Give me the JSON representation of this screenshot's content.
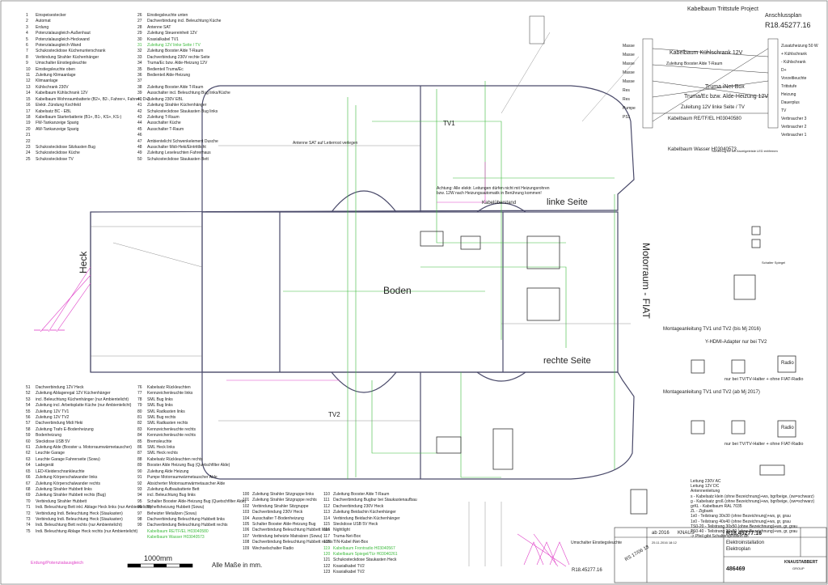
{
  "legend_top_left": [
    {
      "n": "1",
      "t": "Einspeisestecker"
    },
    {
      "n": "2",
      "t": "Automat"
    },
    {
      "n": "3",
      "t": "Erdung"
    },
    {
      "n": "4",
      "t": "Potenzialausgleich-Außenhaut"
    },
    {
      "n": "5",
      "t": "Potenzialausgleich-Heckwand"
    },
    {
      "n": "6",
      "t": "Potenzialausgleich-Wand"
    },
    {
      "n": "7",
      "t": "Schukosteckdose Küchenunterschrank"
    },
    {
      "n": "8",
      "t": "Verbindung Strahler Küchenhänger"
    },
    {
      "n": "9",
      "t": "Umschalter Einstiegsleuchte"
    },
    {
      "n": "10",
      "t": "Einstiegsleuchte oben"
    },
    {
      "n": "11",
      "t": "Zuleitung Klimaanlage"
    },
    {
      "n": "12",
      "t": "Klimaanlage"
    },
    {
      "n": "13",
      "t": "Kühlschrank 230V"
    },
    {
      "n": "14",
      "t": "Kabelbaum Kühlschrank 12V"
    },
    {
      "n": "15",
      "t": "Kabelbaum Wohnraumbatterie (B2+, B2-, Fahrer+, Fahrer-, D+)"
    },
    {
      "n": "16",
      "t": "Elektr. Zündung Kochfeld"
    },
    {
      "n": "17",
      "t": "Kabelsatz BC - EBL"
    },
    {
      "n": "18",
      "t": "Kabelbaum Starterbatterie (B1+, B1-, KS+, KS-)"
    },
    {
      "n": "19",
      "t": "FW-Tankanzeige Sparig"
    },
    {
      "n": "20",
      "t": "AW-Tankanzeige Sparig"
    },
    {
      "n": "21",
      "t": ""
    },
    {
      "n": "22",
      "t": ""
    },
    {
      "n": "23",
      "t": "Schukosteckdose Sitzkasten Bug"
    },
    {
      "n": "24",
      "t": "Schukosteckdose Küche"
    },
    {
      "n": "25",
      "t": "Schukosteckdose TV"
    }
  ],
  "legend_top_mid": [
    {
      "n": "26",
      "t": "Einstiegsleuchte unten"
    },
    {
      "n": "27",
      "t": "Dachverbindung incl. Beleuchtung Küche"
    },
    {
      "n": "28",
      "t": "Antenne SAT"
    },
    {
      "n": "29",
      "t": "Zuleitung Steuereinheit 12V"
    },
    {
      "n": "30",
      "t": "Koaxialkabel TV1"
    },
    {
      "n": "31",
      "t": "Zuleitung 12V linke Seite / TV",
      "c": "g"
    },
    {
      "n": "32",
      "t": "Zuleitung Booster Alde T-Raum"
    },
    {
      "n": "33",
      "t": "Dachverbindung 230V rechte Seite"
    },
    {
      "n": "34",
      "t": "Truma/Ec bzw. Alde-Heizung 12V"
    },
    {
      "n": "35",
      "t": "Bedienteil Truma/Ec"
    },
    {
      "n": "36",
      "t": "Bedienteil Alde-Heizung"
    },
    {
      "n": "37",
      "t": ""
    },
    {
      "n": "38",
      "t": "Zuleitung Booster Alde T-Raum"
    },
    {
      "n": "39",
      "t": "Ausschalter incl. Beleuchtung Bug links/Küche"
    },
    {
      "n": "40",
      "t": "Zuleitung 230V EBL"
    },
    {
      "n": "41",
      "t": "Zuleitung Strahler Küchenhänger"
    },
    {
      "n": "42",
      "t": "Schukosteckdose Staukasten Bug links"
    },
    {
      "n": "43",
      "t": "Zuleitung T-Raum"
    },
    {
      "n": "44",
      "t": "Ausschalter Küche"
    },
    {
      "n": "45",
      "t": "Ausschalter T-Raum"
    },
    {
      "n": "46",
      "t": ""
    },
    {
      "n": "47",
      "t": "Ambientelicht Schwenkelement Dusche"
    },
    {
      "n": "48",
      "t": "Ausschalter Midi-Heki/Eintrittlicht"
    },
    {
      "n": "49",
      "t": "Zuleitung Leseleuchten Fahrerhaus"
    },
    {
      "n": "50",
      "t": "Schukosteckdose Staukasten Bett"
    }
  ],
  "legend_bottom_left": [
    {
      "n": "51",
      "t": "Dachverbindung 12V Heck"
    },
    {
      "n": "52",
      "t": "Zuleitung Ablageregal 12V Küchenhänger"
    },
    {
      "n": "53",
      "t": "incl. Beleuchtung Küchenhänger (nur Ambientelicht)"
    },
    {
      "n": "54",
      "t": "Zuleitung incl. Arbeitsplatte Küche (nur Ambientelicht)"
    },
    {
      "n": "55",
      "t": "Zuleitung 12V TV1"
    },
    {
      "n": "56",
      "t": "Zuleitung 12V TV2"
    },
    {
      "n": "57",
      "t": "Dachverbindung Midi Heki"
    },
    {
      "n": "58",
      "t": "Zuleitung Trafo E-Bodenheizung"
    },
    {
      "n": "59",
      "t": "Bodenheizung"
    },
    {
      "n": "60",
      "t": "Steckdose USB 5V"
    },
    {
      "n": "61",
      "t": "Zuleitung Alde (Booster u. Motorraumwärmetauscher)"
    },
    {
      "n": "62",
      "t": "Leuchte Garage"
    },
    {
      "n": "63",
      "t": "Leuchte Garage Fahrerseite (Sowu)"
    },
    {
      "n": "64",
      "t": "Ladegerät"
    },
    {
      "n": "65",
      "t": "LED-Kleiderschrankleuchte"
    },
    {
      "n": "66",
      "t": "Zuleitung Körperschalwander links"
    },
    {
      "n": "67",
      "t": "Zuleitung Körperschalwander rechts"
    },
    {
      "n": "68",
      "t": "Zuleitung Strahler Hubbett links"
    },
    {
      "n": "69",
      "t": "Zuleitung Strahler Hubbett rechts (Bug)"
    },
    {
      "n": "70",
      "t": "Verbindung Strahler Hubbett"
    },
    {
      "n": "71",
      "t": "Indi. Beleuchtung Bett inkl. Ablage Heck links (nur Ambientelicht)"
    },
    {
      "n": "72",
      "t": "Verbindung Indi. Beleuchtung Heck (Staukasten)"
    },
    {
      "n": "73",
      "t": "Verbindung Indi. Beleuchtung Heck (Staukasten)"
    },
    {
      "n": "74",
      "t": "Indi. Beleuchtung Bett rechts (nur Ambientelicht)"
    },
    {
      "n": "75",
      "t": "Indi. Beleuchtung Ablage Heck rechts (nur Ambientelicht)"
    }
  ],
  "legend_bottom_mid": [
    {
      "n": "76",
      "t": "Kabelsatz Rückleuchten"
    },
    {
      "n": "77",
      "t": "Kennzeichenleuchte links"
    },
    {
      "n": "78",
      "t": "SML Bug links"
    },
    {
      "n": "79",
      "t": "SML Bug links"
    },
    {
      "n": "80",
      "t": "SML Radkasten links"
    },
    {
      "n": "81",
      "t": "SML Bug rechts"
    },
    {
      "n": "82",
      "t": "SML Radkasten rechts"
    },
    {
      "n": "83",
      "t": "Kennzeichenleuchte rechts"
    },
    {
      "n": "84",
      "t": "Kennzeichenleuchte rechts"
    },
    {
      "n": "85",
      "t": "Bremsleuchte"
    },
    {
      "n": "86",
      "t": "SML Heck links"
    },
    {
      "n": "87",
      "t": "SML Heck rechts"
    },
    {
      "n": "88",
      "t": "Kabelsatz Rückleuchten rechts"
    },
    {
      "n": "89",
      "t": "Booster Alde Heizung Bug (Quetschfilter Alde)"
    },
    {
      "n": "90",
      "t": "Zuleitung Alde Heizung"
    },
    {
      "n": "91",
      "t": "Pumpe Motorraumwärmetauscher Alde"
    },
    {
      "n": "92",
      "t": "Absicherter Motorraumwärmetauscher Alde"
    },
    {
      "n": "93",
      "t": "Zuleitung Aufbaubatterie Bett"
    },
    {
      "n": "94",
      "t": "incl. Beleuchtung Bug links"
    },
    {
      "n": "95",
      "t": "Schalter Booster Alde-Heizung Bug (Quetschfilter Alde)"
    },
    {
      "n": "96",
      "t": "Behelfsheizung Hubbett (Sowu)"
    },
    {
      "n": "97",
      "t": "Beheizter Metallzen (Sowu)"
    },
    {
      "n": "98",
      "t": "Dachverbindung Beleuchtung Hubbett links"
    },
    {
      "n": "99",
      "t": "Dachverbindung Beleuchtung Hubbett rechts"
    },
    {
      "n": "",
      "t": "Kabelbaum RE/TF/EL H03040580",
      "c": "g"
    },
    {
      "n": "",
      "t": "Kabelbaum Wasser H03040573",
      "c": "g"
    }
  ],
  "legend_bottom_right1": [
    {
      "n": "100",
      "t": "Zuleitung Strahler Sitzgruppe links"
    },
    {
      "n": "101",
      "t": "Zuleitung Strahler Sitzgruppe rechts"
    },
    {
      "n": "102",
      "t": "Verbindung Strahler Sitzgruppe"
    },
    {
      "n": "103",
      "t": "Dachverbindung 230V Heck"
    },
    {
      "n": "104",
      "t": "Ausschalter T-Bodenheizung"
    },
    {
      "n": "105",
      "t": "Schalter Booster Alde-Heizung Bug"
    },
    {
      "n": "106",
      "t": "Dachverbindung Beleuchtung Hubbett links"
    },
    {
      "n": "107",
      "t": "Verbindung beheizte Matratzen (Sowu)"
    },
    {
      "n": "108",
      "t": "Dachverbindung Beleuchtung Hubbett rechts"
    },
    {
      "n": "109",
      "t": "Wechselschalter Radio"
    }
  ],
  "legend_bottom_right2": [
    {
      "n": "110",
      "t": "Zuleitung Booster Alde T-Raum"
    },
    {
      "n": "111",
      "t": "Dachverbindung Bugbur bei Staukastenaufbau"
    },
    {
      "n": "112",
      "t": "Dachverbindung 230V Heck"
    },
    {
      "n": "113",
      "t": "Zuleitung Beidachin Küchenhänger"
    },
    {
      "n": "114",
      "t": "Verbindung Beidachin Küchenhänger"
    },
    {
      "n": "115",
      "t": "Steckdose USB 5V Heck"
    },
    {
      "n": "116",
      "t": "Nightlight"
    },
    {
      "n": "117",
      "t": "Truma-Net-Box"
    },
    {
      "n": "118",
      "t": "TIN-Kabel iNet-Box"
    },
    {
      "n": "119",
      "t": "Kabelbaum Frontradio H03040567",
      "c": "g"
    },
    {
      "n": "120",
      "t": "Kabelbaum Spiegel/Tür H03040261",
      "c": "g"
    },
    {
      "n": "121",
      "t": "Schukosteckdose Staukasten Heck"
    },
    {
      "n": "122",
      "t": "Koaxialkabel TV2"
    },
    {
      "n": "123",
      "t": "Koaxialkabel TV2"
    }
  ],
  "area_labels": {
    "heck": "Heck",
    "boden": "Boden",
    "linke_seite": "linke Seite",
    "rechte_seite": "rechte Seite",
    "motorraum": "Motorraum - FIAT",
    "tv1": "TV1",
    "tv2": "TV2",
    "antenne": "Antenne SAT auf Leiterrost verlegen",
    "achtung": "Achtung: Alle elektr. Leitungen dürfen nicht mit Heizungsrohren bzw. 12W nach Heizungsautomatik in Berührung kommen!",
    "kabelbaum_schrank": "Kabelüberstand"
  },
  "right_panel": {
    "project": "Kabelbaum Trittstufe Project",
    "anschlussplan": "Anschlussplan",
    "plan_no": "R18.45277.16",
    "kuehlschrank": "Kabelbaum Kühlschrank 12V",
    "booster": "Zuleitung Booster Alde T-Raum",
    "inet": "Truma iNet-Box",
    "heizung": "Truma/Ec bzw. Alde-Heizung 12V",
    "zuleitung": "Zuleitung 12V linke Seite / TV",
    "re_tf_el": "Kabelbaum RE/TF/EL H03040580",
    "wasser": "Kabelbaum Wasser H03040573",
    "masse": [
      "Masse",
      "Masse",
      "Masse",
      "Masse",
      "Masse",
      "Res",
      "Res",
      "Pumpe",
      "PS1"
    ],
    "right_labels": [
      "Zusatzheizung 50 W",
      "+ Kühlschrank",
      "- Kühlschrank",
      "D+",
      "Vorzeltleuchte",
      "Trittstufe",
      "Heizung",
      "Dauerplus",
      "TV",
      "Verbraucher 3",
      "Verbraucher 2",
      "Verbraucher 1"
    ],
    "montage1": "Montageanleitung TV1 und TV2 (bis Mj 2016)",
    "montage2": "Montageanleitung TV1 und TV2 (ab Mj 2017)",
    "hdmi": "Y-HDMI-Adapter nur bei TV2",
    "nur_tv": "nur bei TV/TV-Halter + ohne FIAT-Radio",
    "radio": "Radio",
    "led": "Sicherung für bei Anzeigeleiste LED entfernen",
    "schalter": "Schalter Spiegel"
  },
  "notes": {
    "leitung": [
      "Leitung 230V AC",
      "Leitung 12V DC",
      "Antennenleitung",
      "s - Kabelsatz klein (ohne Bezeichnung)+ws, bgr/beige, (sw=schwarz)",
      "g - Kabelsatz groß (ohne Bezeichnung)+ws, bgr/beige, (sw=schwarz)",
      "grKL - Kabelbaum RAL 7035",
      "ZL - Zigbank",
      "1x0 - Teilstrang 30x30 (ohne Bezeichnung)+ws, gr, grau",
      "1x0 - Teilstrang 40x40 (ohne Bezeichnung)+ws, gr, grau",
      "TS0-20 - Teilstrang 30x50 (ohne Bezeichnung)+ws, gr, grau",
      "TS0-40 - Teilstrang 30x80 (ohne Bezeichnung)+ws, gr, grau",
      "-> Pfeil gibt Schaltersposition an"
    ]
  },
  "title_block": {
    "date": "ab 2016",
    "company": "KNAUS",
    "drawing_no": "R18.45277.16",
    "title1": "Elektroinstallation",
    "title2": "Elektroplan",
    "sheet": "486469",
    "brand": "KNAUSTABBERT",
    "group": "GROUP",
    "date_stamp": "25.11.2016 18:12",
    "number_stamp": "RS 17/06 18"
  },
  "bottom": {
    "erdung": "Erdung/Potenzialausgleich",
    "scale": "1000mm",
    "masse": "Alle Maße in mm.",
    "drawing_no": "R18.45277.16",
    "umschalter": "Umschalter Einstiegsleuchte"
  },
  "colors": {
    "green": "#3dbb3d",
    "pink": "#e040c8",
    "line": "#4a4a6a"
  }
}
